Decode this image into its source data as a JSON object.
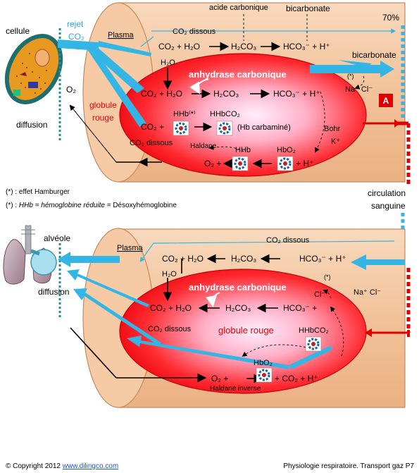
{
  "labels": {
    "cellule": "cellule",
    "rejet": "rejet",
    "co2": "CO₂",
    "o2": "O₂",
    "diffusion_top": "diffusion",
    "diffusion_bottom": "diffusion",
    "acide_carbonique": "acide carbonique",
    "bicarbonate_top": "bicarbonate",
    "pct70": "70%",
    "bicarbonate_side": "bicarbonate",
    "plasma_top": "Plasma",
    "plasma_bottom": "Plasma",
    "co2_dissous_top": "CO₂ dissous",
    "co2_dissous_bottom": "CO₂ dissous",
    "anhydrase_top": "anhydrase carbonique",
    "anhydrase_bottom": "anhydrase carbonique",
    "globule_rouge_top": "globule\nrouge",
    "globule_rouge_bottom": "globule rouge",
    "badge_a": "A",
    "na_cl_top": "Na⁺ Cl⁻",
    "na_cl_bottom": "Na⁺  Cl⁻",
    "star_top": "(*)",
    "star_bottom": "(*)",
    "cl_bottom": "Cl⁻",
    "bohr": "Bohr",
    "k_plus": "K⁺",
    "haldane": "Haldane",
    "haldane_inverse": "Haldane inverse",
    "hhb_star": "HHb⁽*⁾",
    "hhbco2_top": "HHbCO₂",
    "hb_carbamine": "(Hb carbaminé)",
    "hhb": "HHb",
    "hbo2_top": "HbO₂",
    "hbo2_bottom": "HbO₂",
    "hhbco2_bottom": "HHbCO₂",
    "co2_dissous_cell_top": "CO₂ dissous",
    "co2_dissous_cell_bottom": "CO₂ dissous",
    "h2o_top": "H₂O",
    "h2o_bottom": "H₂O",
    "note1": "(*) : effet Hamburger",
    "note2_prefix": "(*) : ",
    "note2_italic": "HHb = hémoglobine réduite",
    "note2_suffix": " = Désoxyhémoglobine",
    "circulation": "circulation",
    "sanguine": "sanguine",
    "alveole": "alvéole",
    "copyright": "© Copyright 2012 ",
    "copyright_link": "www.dilingco.com",
    "footer_right": "Physiologie respiratoire. Transport gaz P7"
  },
  "equations": {
    "plasma_top_co2": "CO₂ + H₂O",
    "plasma_top_h2co3": "H₂CO₃",
    "plasma_top_hco3": "HCO₃⁻ +  H⁺",
    "rbc_top_co2": "CO₂ + H₂O",
    "rbc_top_h2co3": "H₂CO₃",
    "rbc_top_hco3": "HCO₃⁻ + H⁺",
    "rbc_top_co2plus": "CO₂ +",
    "rbc_top_o2": "O₂ +",
    "rbc_top_hplus": "+ H⁺",
    "plasma_bot_co2": "CO₂ + H₂O",
    "plasma_bot_h2co3": "H₂CO₃",
    "plasma_bot_hco3": "HCO₃⁻ +  H⁺",
    "rbc_bot_co2": "CO₂ + H₂O",
    "rbc_bot_h2co3": "H₂CO₃",
    "rbc_bot_hco3": "HCO₃⁻ +",
    "rbc_bot_o2": "O₂ +",
    "rbc_bot_co2h": "+ CO₂ + H⁺"
  },
  "colors": {
    "plasma": "#f6c9a4",
    "plasma_edge": "#c48a5c",
    "rbc_red": "#e8000a",
    "rbc_light": "#ffe8f3",
    "blue_arrow": "#33b5e5",
    "red_arrow": "#e00000",
    "cell_ring": "#1f6e6e",
    "cell_body": "#e89a20"
  }
}
